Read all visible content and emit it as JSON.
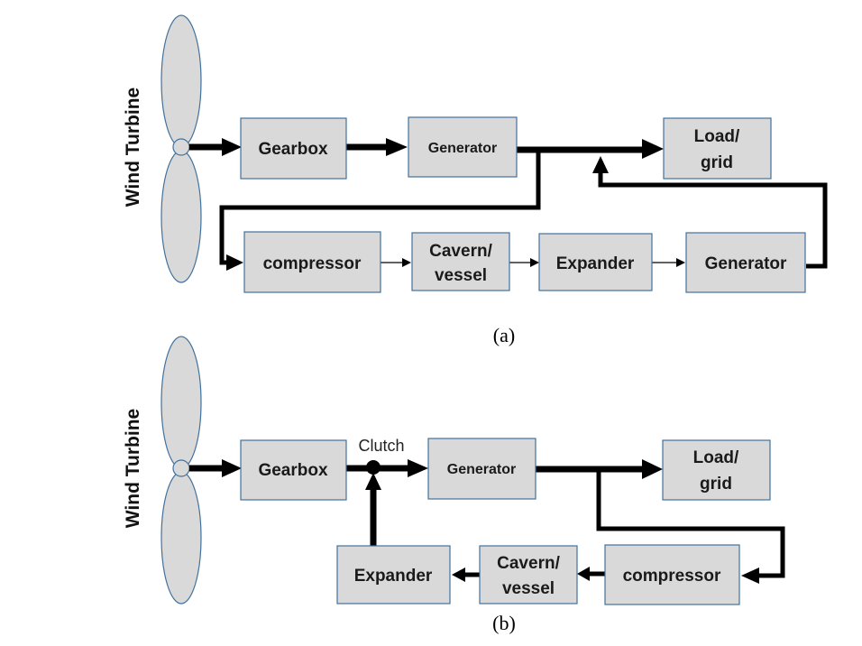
{
  "diagram_a": {
    "caption": "(a)",
    "turbine_label": "Wind Turbine",
    "boxes": {
      "gearbox": "Gearbox",
      "generator": "Generator",
      "load_line1": "Load/",
      "load_line2": "grid",
      "compressor": "compressor",
      "cavern_line1": "Cavern/",
      "cavern_line2": "vessel",
      "expander": "Expander",
      "generator2": "Generator"
    }
  },
  "diagram_b": {
    "caption": "(b)",
    "turbine_label": "Wind Turbine",
    "clutch_label": "Clutch",
    "boxes": {
      "gearbox": "Gearbox",
      "generator": "Generator",
      "load_line1": "Load/",
      "load_line2": "grid",
      "compressor": "compressor",
      "cavern_line1": "Cavern/",
      "cavern_line2": "vessel",
      "expander": "Expander"
    }
  },
  "colors": {
    "box_fill": "#d9d9d9",
    "box_border": "#41719c",
    "arrow": "#000000"
  }
}
